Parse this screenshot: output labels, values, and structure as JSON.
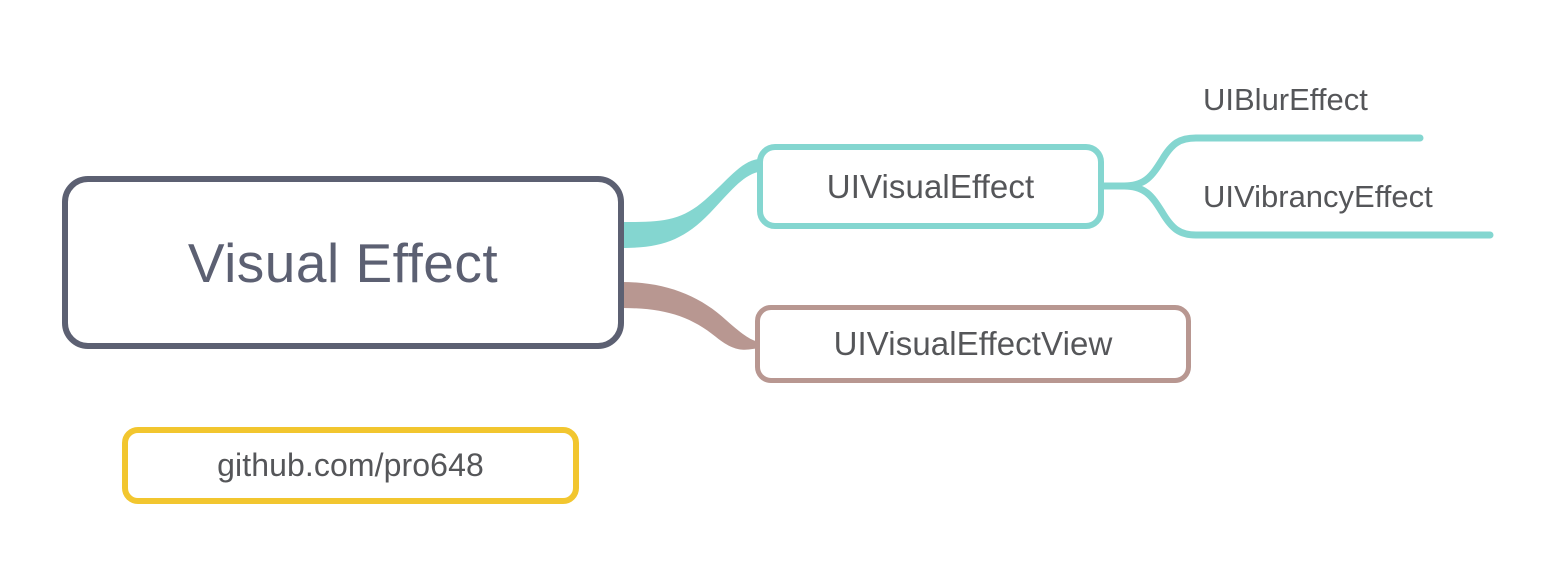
{
  "diagram": {
    "type": "mind-map",
    "background_color": "#ffffff",
    "root": {
      "label": "Visual Effect",
      "border_color": "#5c6072",
      "text_color": "#5c6072"
    },
    "branches": [
      {
        "label": "UIVisualEffect",
        "color": "#84d6d0",
        "style": "rounded-box",
        "children": [
          {
            "label": "UIBlurEffect",
            "color": "#84d6d0",
            "style": "underline"
          },
          {
            "label": "UIVibrancyEffect",
            "color": "#84d6d0",
            "style": "underline"
          }
        ]
      },
      {
        "label": "UIVisualEffectView",
        "color": "#b89791",
        "style": "rounded-box",
        "children": []
      }
    ],
    "badge": {
      "label": "github.com/pro648",
      "border_color": "#f2c62f",
      "text_color": "#555659"
    },
    "text_color": "#555659"
  }
}
